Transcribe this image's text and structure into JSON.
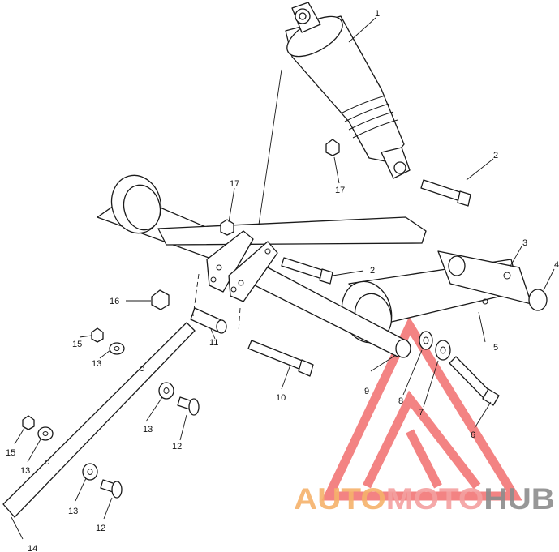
{
  "watermark": {
    "part1": "AUTO",
    "part2": "MOTO",
    "part3": "HUB",
    "color1": "#f6b26b",
    "color2": "#f4a0a0",
    "color3": "#8c8c8c",
    "triangle_color": "#ef5a5a"
  },
  "callouts": [
    {
      "id": "c1",
      "text": "1"
    },
    {
      "id": "c2a",
      "text": "2"
    },
    {
      "id": "c2b",
      "text": "2"
    },
    {
      "id": "c3",
      "text": "3"
    },
    {
      "id": "c4",
      "text": "4"
    },
    {
      "id": "c5",
      "text": "5"
    },
    {
      "id": "c6",
      "text": "6"
    },
    {
      "id": "c7",
      "text": "7"
    },
    {
      "id": "c8",
      "text": "8"
    },
    {
      "id": "c9",
      "text": "9"
    },
    {
      "id": "c10",
      "text": "10"
    },
    {
      "id": "c11",
      "text": "11"
    },
    {
      "id": "c12a",
      "text": "12"
    },
    {
      "id": "c12b",
      "text": "12"
    },
    {
      "id": "c13a",
      "text": "13"
    },
    {
      "id": "c13b",
      "text": "13"
    },
    {
      "id": "c13c",
      "text": "13"
    },
    {
      "id": "c13d",
      "text": "13"
    },
    {
      "id": "c14",
      "text": "14"
    },
    {
      "id": "c15a",
      "text": "15"
    },
    {
      "id": "c15b",
      "text": "15"
    },
    {
      "id": "c16",
      "text": "16"
    },
    {
      "id": "c17a",
      "text": "17"
    },
    {
      "id": "c17b",
      "text": "17"
    }
  ]
}
